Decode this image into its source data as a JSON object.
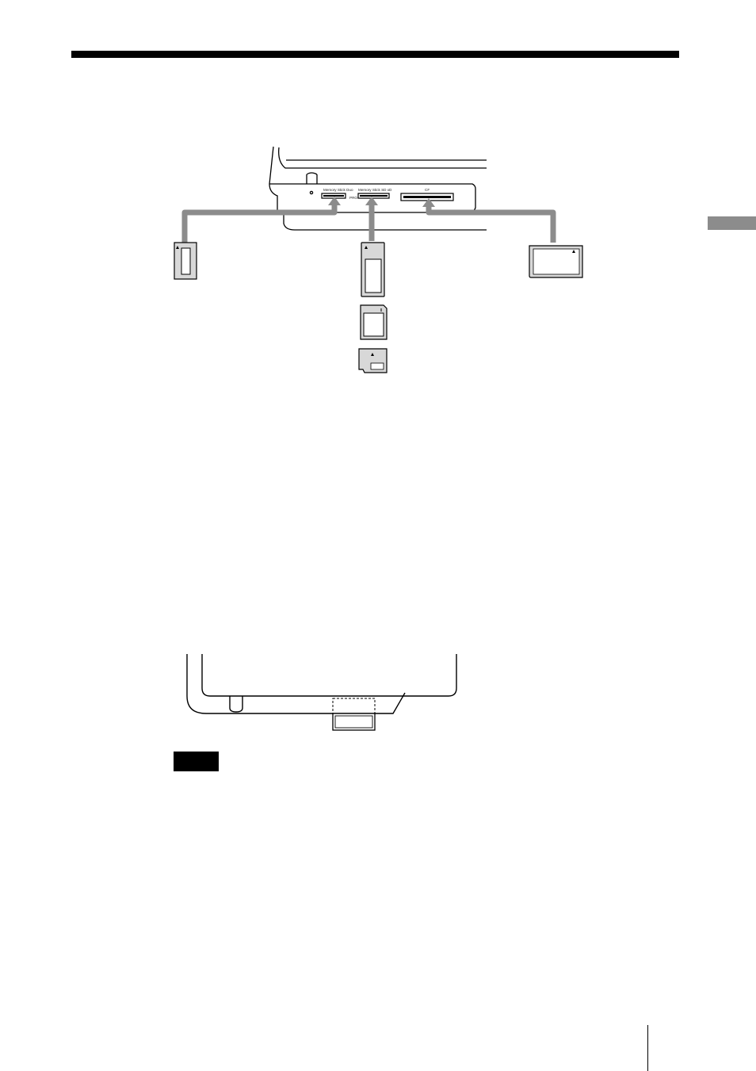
{
  "page": {
    "title": "",
    "notes_label": ""
  },
  "diagram_top": {
    "slot_labels": {
      "memory_stick_duo": "Memory Stick Duo",
      "memory_stick_sd": "Memory Stick SD xD",
      "cf": "CF",
      "pro": "PRO"
    },
    "cards": [
      "memory-stick-duo",
      "memory-stick",
      "sd-card",
      "xd-picture-card",
      "compactflash"
    ]
  },
  "diagram_bottom": {
    "caption": ""
  },
  "colors": {
    "rule": "#000000",
    "arrow": "#8c8c8c",
    "side_tab": "#8c8c8c"
  }
}
